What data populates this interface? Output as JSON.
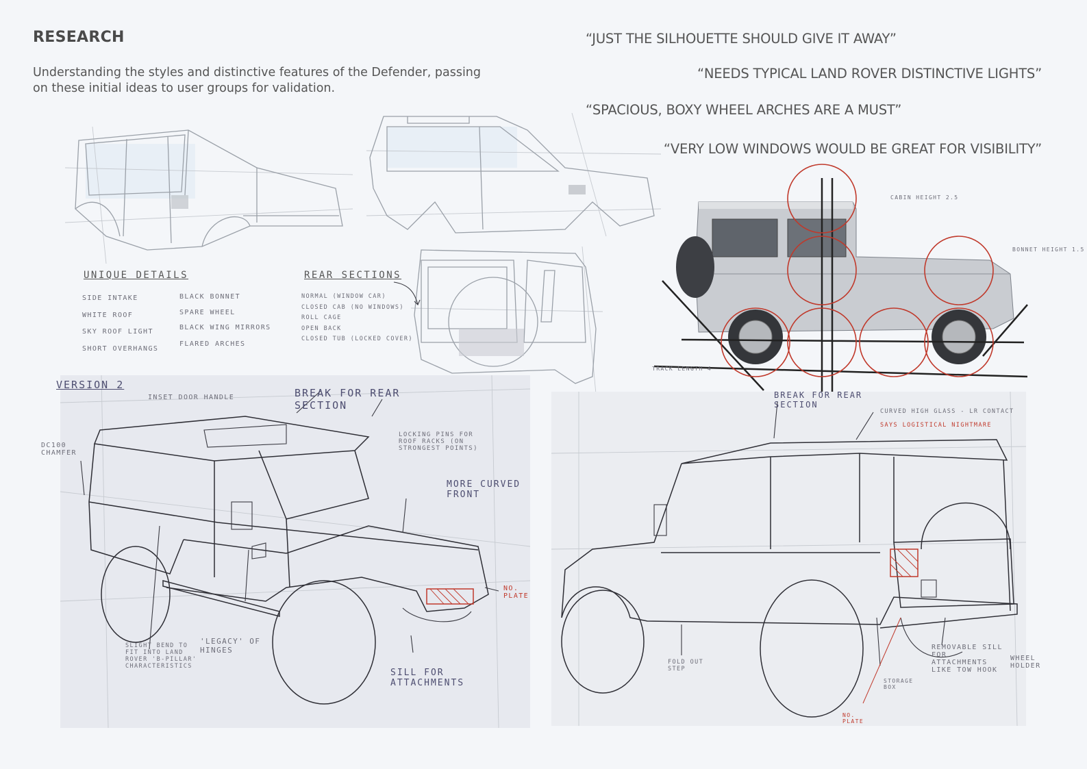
{
  "header": {
    "title": "RESEARCH",
    "intro": "Understanding the styles and distinctive features of the Defender, passing on these initial ideas to user groups for validation."
  },
  "quotes": [
    "“JUST THE SILHOUETTE SHOULD GIVE IT AWAY”",
    "“NEEDS TYPICAL LAND ROVER DISTINCTIVE LIGHTS”",
    "“SPACIOUS, BOXY WHEEL ARCHES ARE A MUST”",
    "“VERY LOW WINDOWS WOULD BE GREAT FOR VISIBILITY”"
  ],
  "notes": {
    "unique_heading": "Unique Details",
    "unique_items": [
      "Side intake",
      "White roof",
      "Sky roof light",
      "Short overhangs",
      "Black bonnet",
      "Spare wheel",
      "Black wing mirrors",
      "Flared arches"
    ],
    "rear_heading": "Rear Sections",
    "rear_items": [
      "Normal (window car)",
      "Closed cab (no windows)",
      "Roll cage",
      "Open back",
      "Closed tub (locked cover)"
    ]
  },
  "proportion": {
    "cabin": "Cabin height 2.5",
    "bonnet": "Bonnet height 1.5",
    "track": "Track length 4"
  },
  "version2": {
    "label": "Version 2",
    "annotations": {
      "insert_door": "Inset door handle",
      "break_rear": "Break for rear section",
      "locking": "Locking pins for roof racks (on strongest points)",
      "dc100": "DC100 chamfer",
      "curved_front": "More curved front",
      "plate": "No. plate",
      "slight_bend": "Slight bend to fit into Land Rover 'B-Pillar' characteristics",
      "legacy": "'Legacy' of hinges",
      "sill": "Sill for attachments"
    }
  },
  "rear_view": {
    "annotations": {
      "break_rear": "Break for rear section",
      "curved_glass": "Curved high glass - LR contact",
      "logistical": "says logistical nightmare",
      "fold_step": "Fold out step",
      "storage": "Storage box",
      "removable": "Removable sill for attachments like tow hook",
      "wheel_holder": "Wheel holder",
      "plate": "No. plate"
    }
  },
  "colors": {
    "circle_red": "#c0392b",
    "ink": "#2e2e35"
  }
}
